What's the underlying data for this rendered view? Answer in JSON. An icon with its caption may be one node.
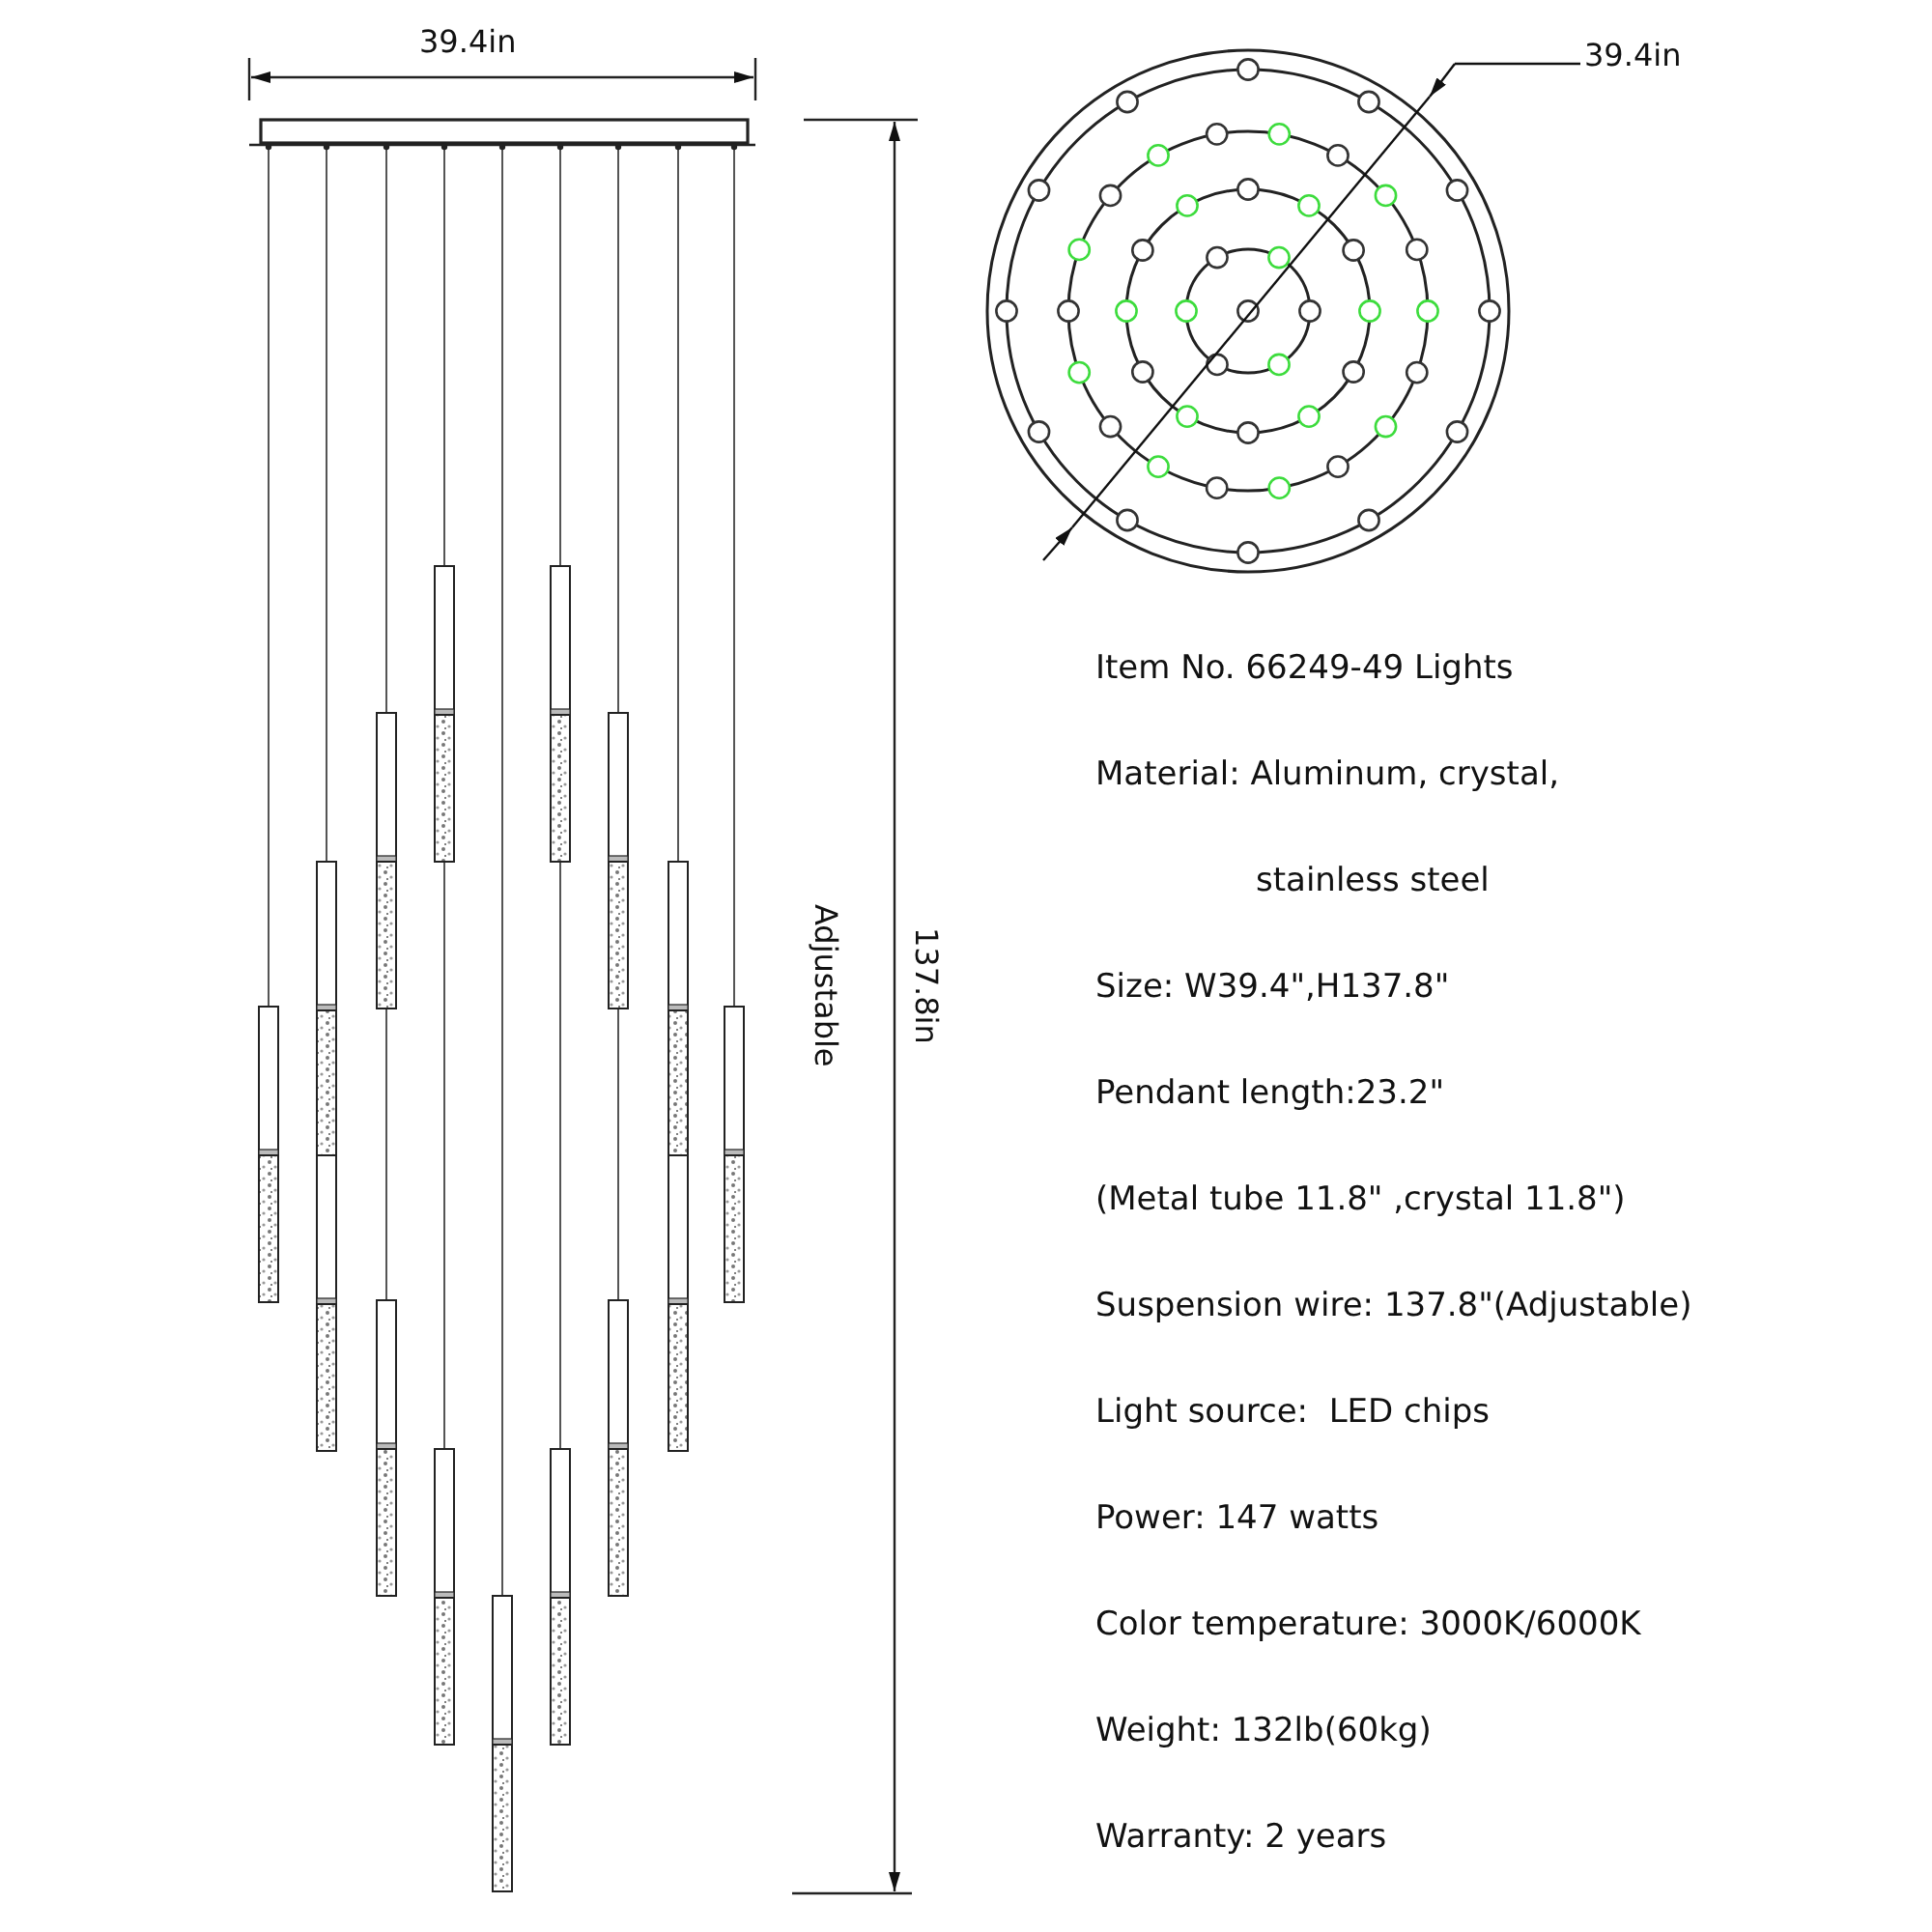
{
  "diagram": {
    "labels": [
      "39.4in",
      "39.4in",
      "Adjustable",
      "137.8in",
      "Item No. 66249-49 Lights",
      "Material: Aluminum, crystal,",
      "stainless steel",
      "Size: W39.4\",H137.8\"",
      "Pendant length:23.2\"",
      "(Metal tube 11.8\" ,crystal 11.8\")",
      "Suspension wire: 137.8\"(Adjustable)",
      "Light source:  LED chips",
      "Power: 147 watts",
      "Color temperature: 3000K/6000K",
      "Weight: 132lb(60kg)",
      "Warranty: 2 years"
    ]
  }
}
